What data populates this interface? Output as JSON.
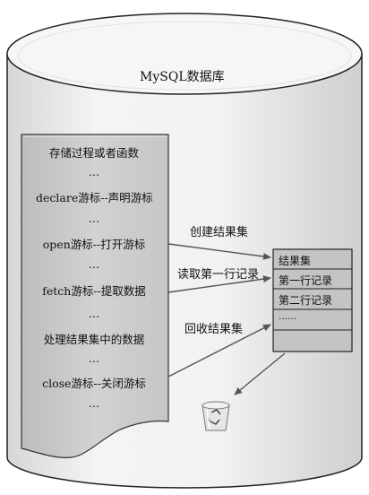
{
  "database": {
    "title": "MySQL数据库"
  },
  "procedure": {
    "lines": [
      "存储过程或者函数",
      "…",
      "declare游标--声明游标",
      "…",
      "open游标--打开游标",
      "…",
      "fetch游标--提取数据",
      "…",
      "处理结果集中的数据",
      "…",
      "close游标--关闭游标",
      "…"
    ]
  },
  "arrows": {
    "create": "创建结果集",
    "read": "读取第一行记录",
    "recycle": "回收结果集"
  },
  "result_set": {
    "rows": [
      "结果集",
      "第一行记录",
      "第二行记录",
      "……",
      ""
    ]
  },
  "icons": {
    "trash": "recycle-bin-icon"
  },
  "colors": {
    "doc_fill": "#c9c9c9",
    "table_fill": "#c4c4c4",
    "stroke": "#222222"
  }
}
